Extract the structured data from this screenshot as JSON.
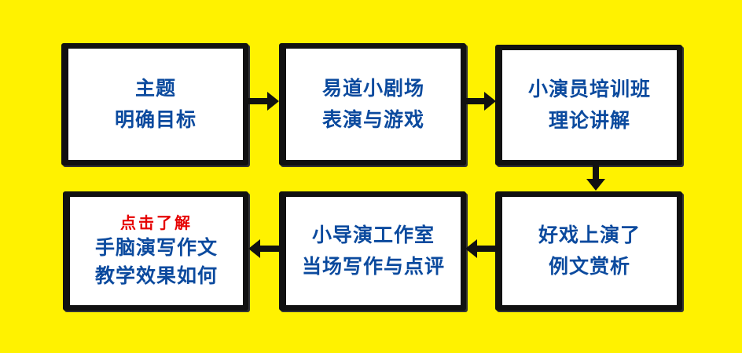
{
  "steps": [
    {
      "lines": [
        "主题",
        "明确目标"
      ]
    },
    {
      "lines": [
        "易道小剧场",
        "表演与游戏"
      ]
    },
    {
      "lines": [
        "小演员培训班",
        "理论讲解"
      ]
    },
    {
      "lines": [
        "好戏上演了",
        "例文赏析"
      ]
    },
    {
      "lines": [
        "小导演工作室",
        "当场写作与点评"
      ]
    },
    {
      "link": "点击了解",
      "lines": [
        "手脑演写作文",
        "教学效果如何"
      ]
    }
  ],
  "colors": {
    "background": "#fff200",
    "text": "#0b4a9e",
    "link": "#e60000",
    "border": "#111111"
  }
}
